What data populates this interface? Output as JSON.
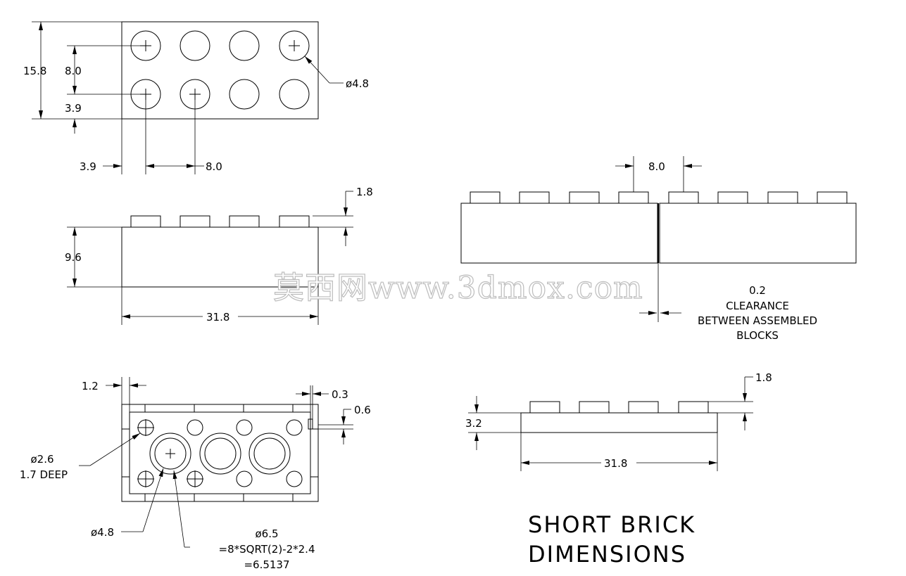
{
  "dimensions": {
    "top_height": "15.8",
    "top_pitch_y": "8.0",
    "top_edge_y": "3.9",
    "top_edge_x": "3.9",
    "top_pitch_x": "8.0",
    "stud_dia": "ø4.8",
    "side_stud_height": "1.8",
    "side_height": "9.6",
    "side_length": "31.8",
    "asm_pitch": "8.0",
    "clearance_value": "0.2",
    "clearance_line1": "CLEARANCE",
    "clearance_line2": "BETWEEN  ASSEMBLED",
    "clearance_line3": "BLOCKS",
    "bottom_wall": "1.2",
    "bottom_rib": "0.3",
    "bottom_rib_depth": "0.6",
    "small_hole_dia": "ø2.6",
    "small_hole_depth": "1.7  DEEP",
    "tube_inner_dia": "ø4.8",
    "tube_outer_dia": "ø6.5",
    "tube_formula": "=8*SQRT(2)-2*2.4",
    "tube_result": "=6.5137",
    "short_stud_height": "1.8",
    "short_height": "3.2",
    "short_length": "31.8"
  },
  "title": {
    "line1": "SHORT  BRICK",
    "line2": "DIMENSIONS"
  },
  "watermark": "莫西网www.3dmox.com"
}
